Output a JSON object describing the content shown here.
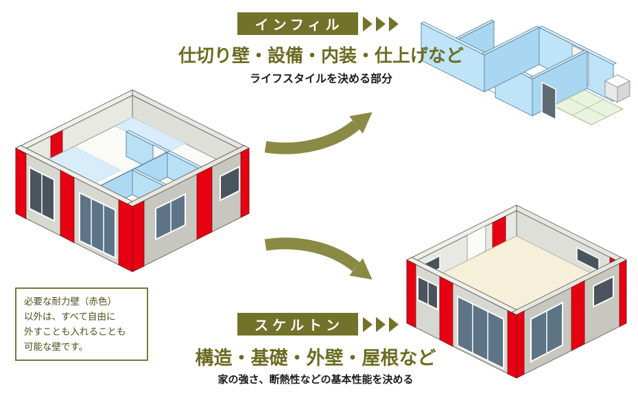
{
  "infill": {
    "badge": "インフィル",
    "title": "仕切り壁・設備・内装・仕上げなど",
    "caption": "ライフスタイルを決める部分"
  },
  "skeleton": {
    "badge": "スケルトン",
    "title": "構造・基礎・外壁・屋根など",
    "caption": "家の強さ、断熱性などの基本性能を決める"
  },
  "note": {
    "lines": [
      "必要な耐力壁（赤色）",
      "以外は、すべて自由に",
      "外すことも入れることも",
      "可能な壁です。"
    ]
  },
  "icons": {
    "chevron": "right-pointing-triangle",
    "arrow": "curved-thick-arrow"
  },
  "colors": {
    "accent_olive": "#72722a",
    "title_olive": "#6b6b21",
    "arrow_olive": "#8a8a45",
    "load_bearing_red": "#e60012",
    "partition_blue": "#bfe3f7",
    "wall_gray": "#d8d8d2",
    "floor_cream": "#f6f0da",
    "tatami_green": "#eaf3de"
  }
}
